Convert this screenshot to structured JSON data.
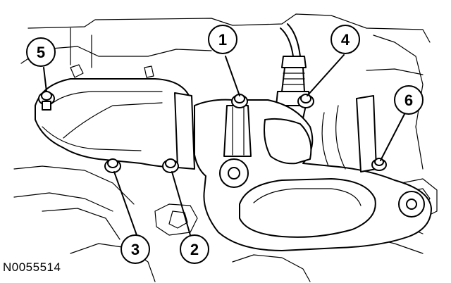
{
  "figure_id": "N0055514",
  "callouts": [
    {
      "label": "1",
      "target": "bolt-1"
    },
    {
      "label": "2",
      "target": "bolt-2"
    },
    {
      "label": "3",
      "target": "bolt-3"
    },
    {
      "label": "4",
      "target": "bolt-4"
    },
    {
      "label": "5",
      "target": "bolt-5"
    },
    {
      "label": "6",
      "target": "bolt-6"
    }
  ],
  "colors": {
    "line": "#000000",
    "background": "#ffffff"
  }
}
